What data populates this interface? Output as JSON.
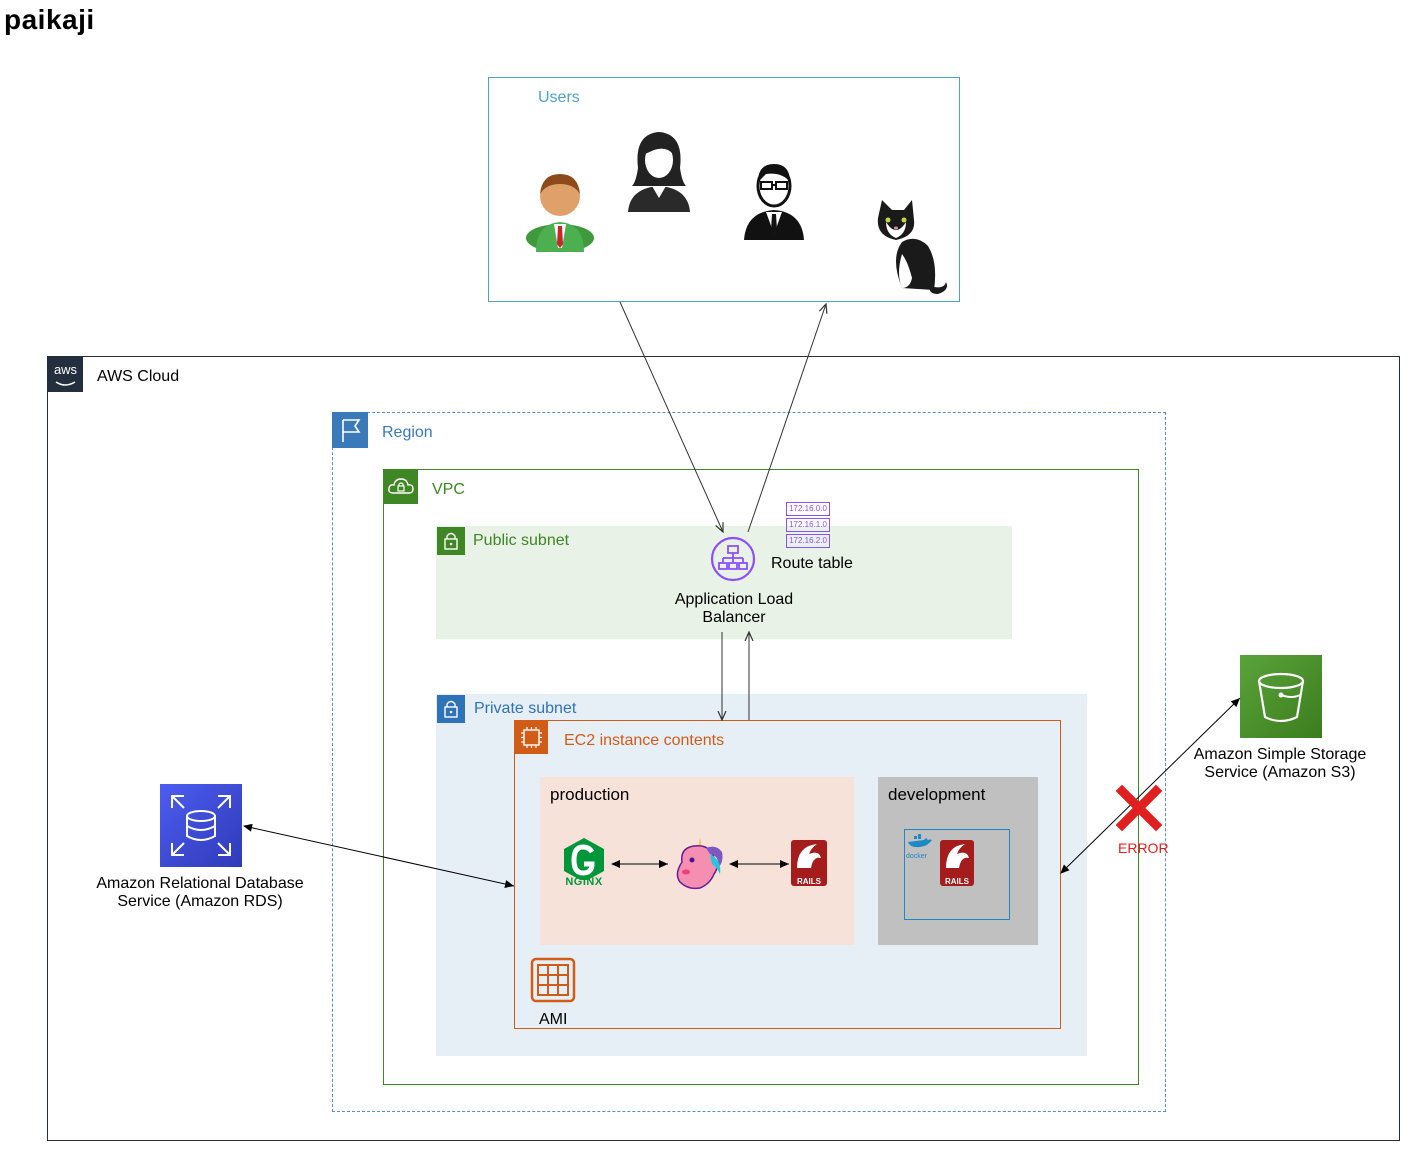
{
  "title": "paikaji",
  "users": {
    "label": "Users"
  },
  "aws_cloud": {
    "label": "AWS Cloud",
    "icon_text": "aws"
  },
  "region": {
    "label": "Region"
  },
  "vpc": {
    "label": "VPC"
  },
  "public_subnet": {
    "label": "Public subnet"
  },
  "private_subnet": {
    "label": "Private subnet"
  },
  "alb": {
    "line1": "Application Load",
    "line2": "Balancer"
  },
  "route_table": {
    "label": "Route table",
    "entries": [
      "172.16.0.0",
      "172.16.1.0",
      "172.16.2.0"
    ]
  },
  "ec2": {
    "label": "EC2 instance contents"
  },
  "production": {
    "label": "production",
    "nginx_text": "NGINX",
    "rails_text": "RAILS"
  },
  "development": {
    "label": "development",
    "docker_text": "docker",
    "rails_text": "RAILS"
  },
  "ami": {
    "label": "AMI"
  },
  "rds": {
    "line1": "Amazon Relational Database",
    "line2": "Service (Amazon RDS)"
  },
  "s3": {
    "line1": "Amazon Simple Storage",
    "line2": "Service (Amazon S3)"
  },
  "error": {
    "label": "ERROR"
  },
  "colors": {
    "users_border": "#4fa3c7",
    "region": "#5a8fc0",
    "vpc": "#3f8624",
    "private_subnet": "#2e73b8",
    "ec2": "#d05c17",
    "error": "#e02020",
    "rds": "#3b48cc",
    "s3": "#3f8624"
  }
}
